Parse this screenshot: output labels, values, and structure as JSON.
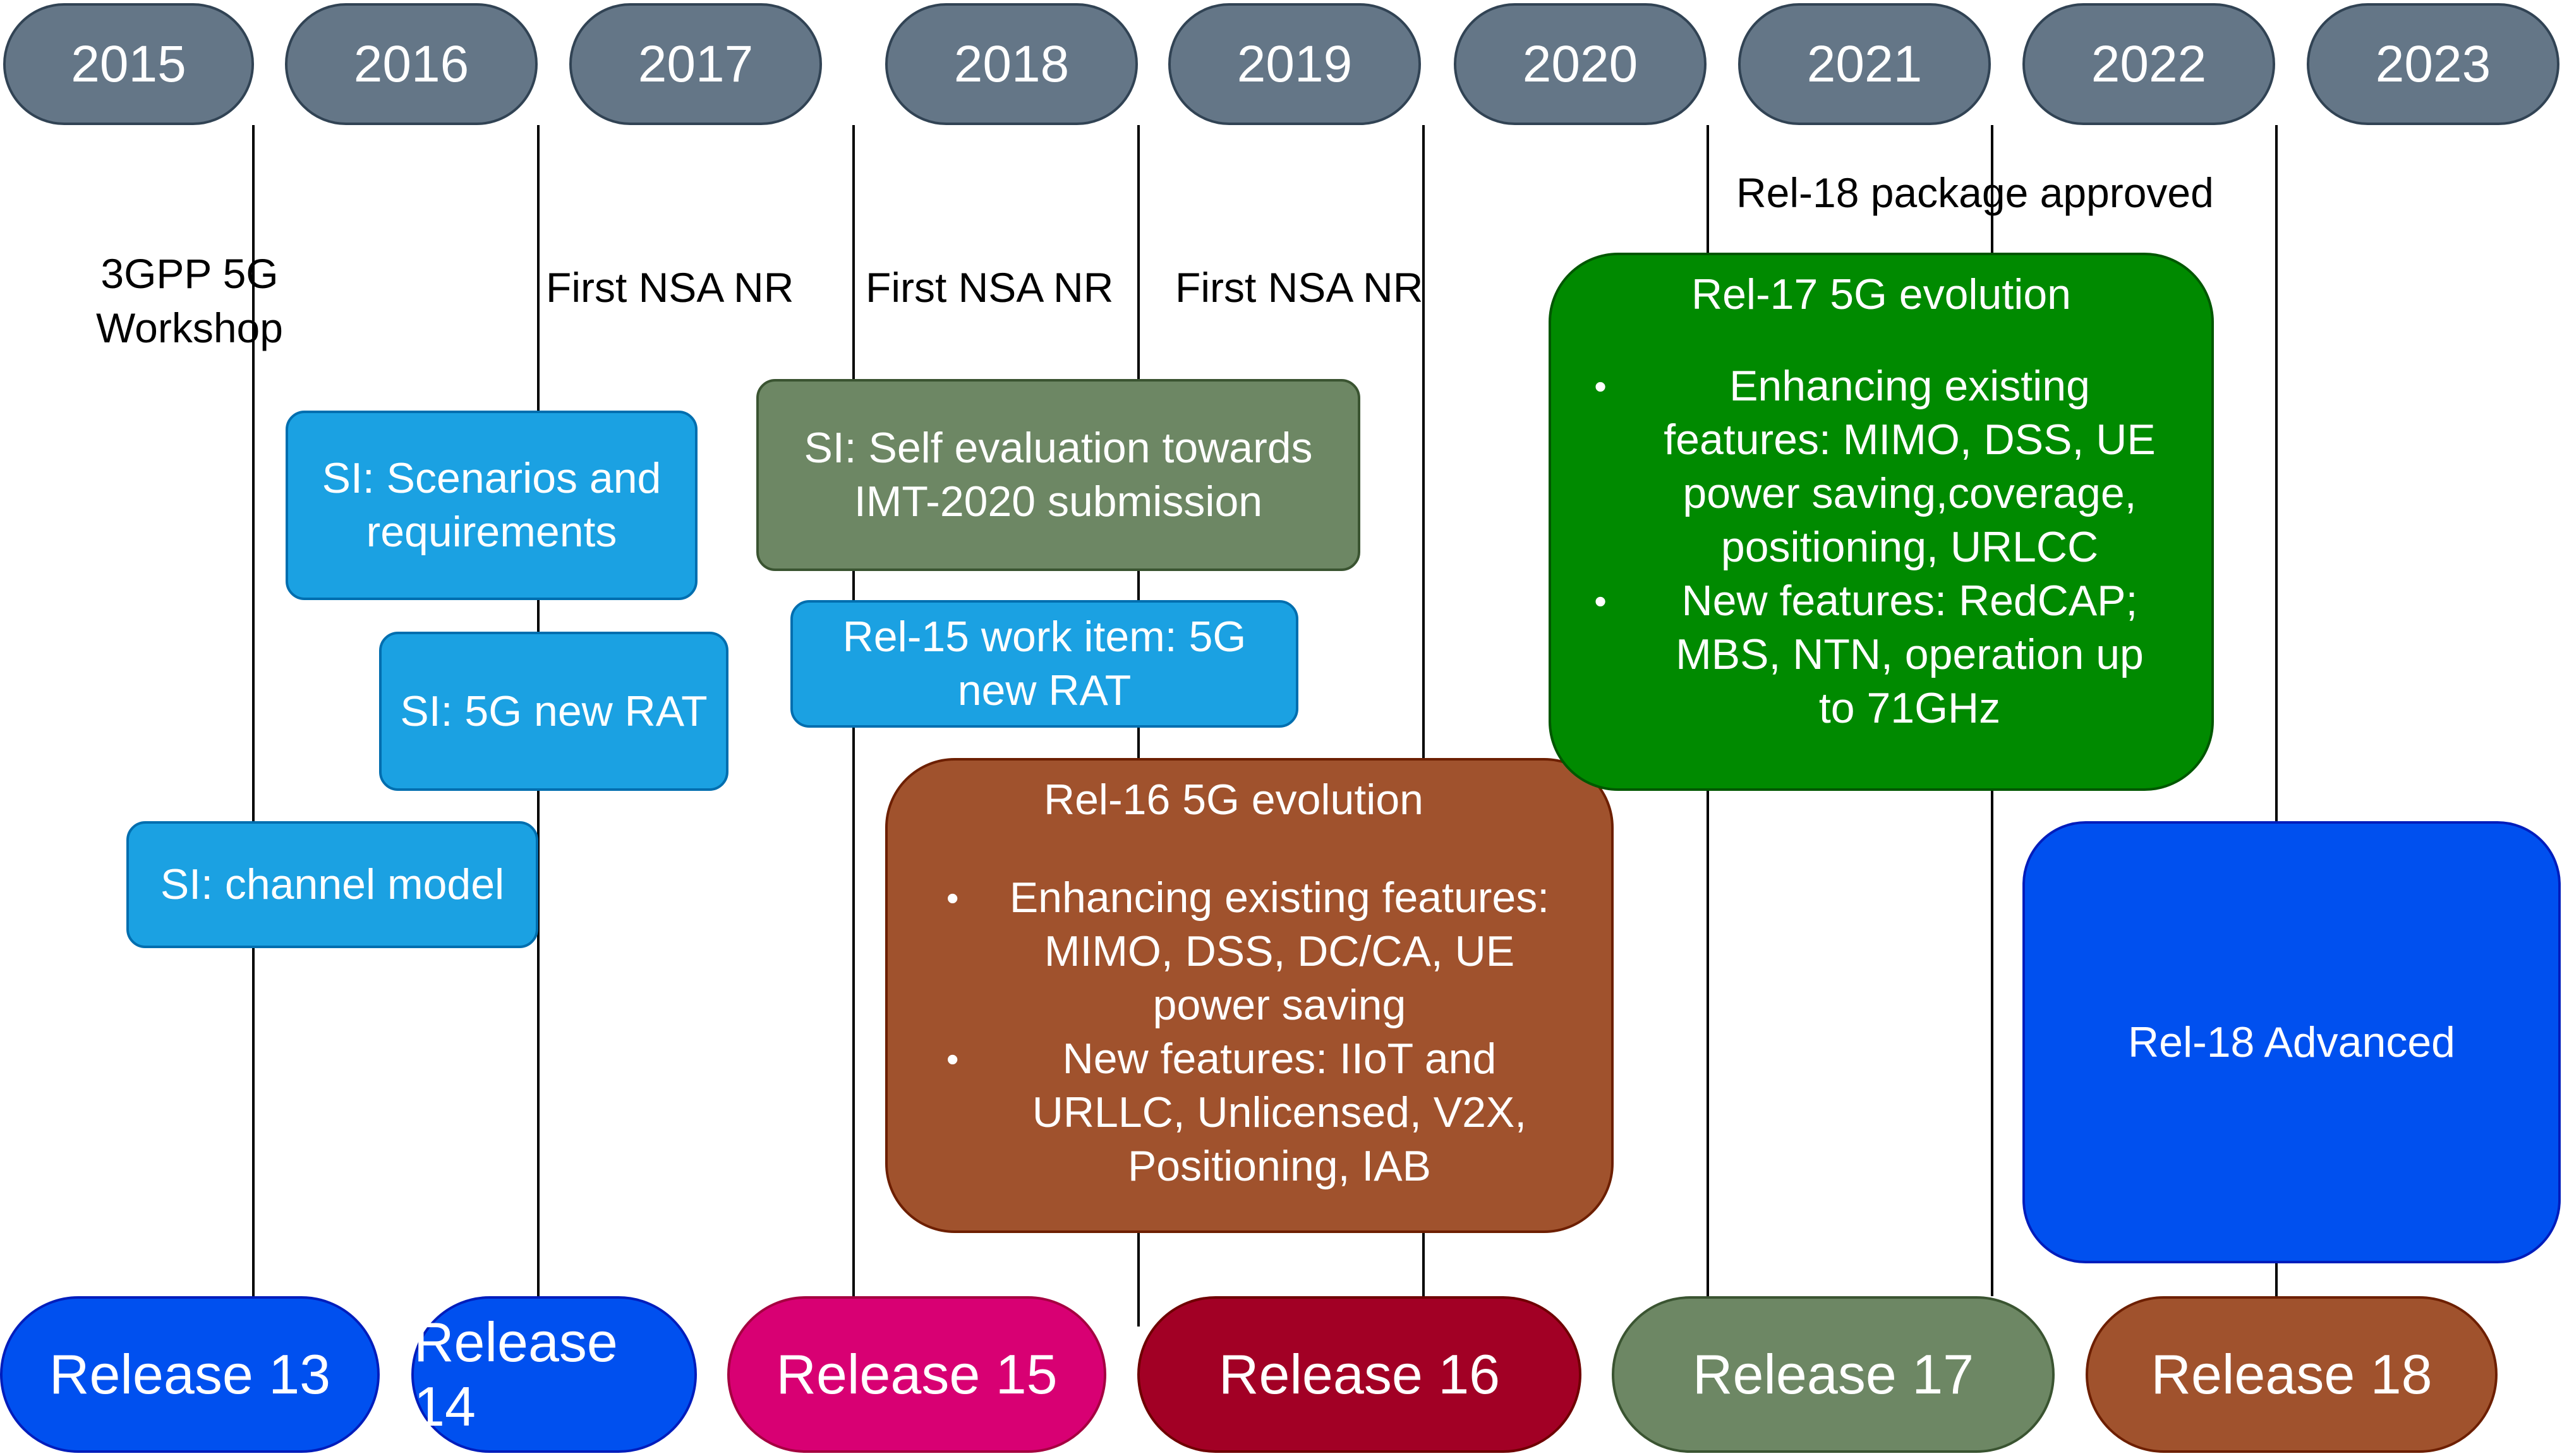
{
  "years": [
    "2015",
    "2016",
    "2017",
    "2018",
    "2019",
    "2020",
    "2021",
    "2022",
    "2023"
  ],
  "releases": [
    {
      "label": "Release 13",
      "color": "#0050ef",
      "border": "#001dbc"
    },
    {
      "label": "Release 14",
      "color": "#0050ef",
      "border": "#001dbc"
    },
    {
      "label": "Release 15",
      "color": "#d80073",
      "border": "#a50040"
    },
    {
      "label": "Release 16",
      "color": "#a20025",
      "border": "#6f0000"
    },
    {
      "label": "Release 17",
      "color": "#6d8764",
      "border": "#3a5431"
    },
    {
      "label": "Release 18",
      "color": "#a0522d",
      "border": "#6d1f00"
    }
  ],
  "milestones": {
    "workshop_line1": "3GPP 5G",
    "workshop_line2": "Workshop",
    "nsa_1": "First NSA NR",
    "nsa_2": "First NSA NR",
    "nsa_3": "First NSA NR",
    "rel18_approved": "Rel-18 package approved"
  },
  "study_items": {
    "scenarios_line1": "SI: Scenarios and",
    "scenarios_line2": "requirements",
    "new_rat": "SI: 5G new RAT",
    "channel_model": "SI: channel model",
    "self_eval_line1": "SI: Self evaluation towards",
    "self_eval_line2": "IMT-2020 submission",
    "rel15_wi_line1": "Rel-15 work item: 5G",
    "rel15_wi_line2": "new RAT"
  },
  "rel16": {
    "title": "Rel-16 5G evolution",
    "b1_l1": "Enhancing existing features:",
    "b1_l2": "MIMO, DSS, DC/CA, UE",
    "b1_l3": "power saving",
    "b2_l1": "New features: IIoT and",
    "b2_l2": "URLLC, Unlicensed, V2X,",
    "b2_l3": "Positioning, IAB"
  },
  "rel17": {
    "title": "Rel-17 5G evolution",
    "b1_l1": "Enhancing existing",
    "b1_l2": "features: MIMO, DSS, UE",
    "b1_l3": "power saving,coverage,",
    "b1_l4": "positioning, URLCC",
    "b2_l1": "New features: RedCAP;",
    "b2_l2": "MBS, NTN, operation up",
    "b2_l3": "to 71GHz"
  },
  "rel18": {
    "label": "Rel-18 Advanced"
  },
  "bullet_glyph": "•",
  "colors": {
    "year_fill": "#647687",
    "study_blue": "#1ba1e2",
    "sage": "#6d8764",
    "green": "#008a00",
    "brown": "#a0522d",
    "royal_blue": "#0050ef"
  }
}
